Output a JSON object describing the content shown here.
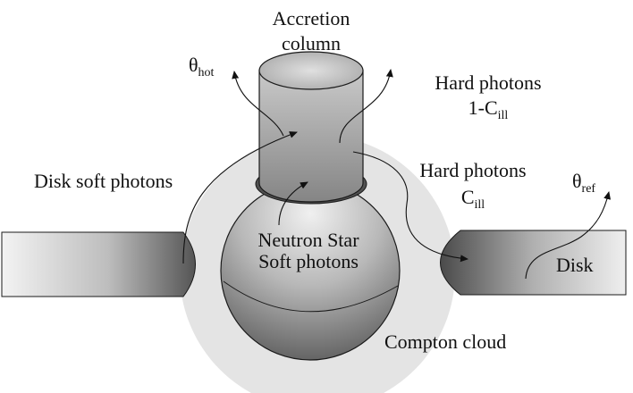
{
  "labels": {
    "accretion_column_line1": "Accretion",
    "accretion_column_line2": "column",
    "theta_hot_base": "θ",
    "theta_hot_sub": "hot",
    "hard_photons_escape_line1": "Hard photons",
    "hard_photons_escape_line2_base": "1-C",
    "hard_photons_escape_line2_sub": "ill",
    "disk_soft_photons": "Disk soft photons",
    "hard_photons_ill_line1": "Hard photons",
    "hard_photons_ill_line2_base": "C",
    "hard_photons_ill_line2_sub": "ill",
    "theta_ref_base": "θ",
    "theta_ref_sub": "ref",
    "neutron_star_line1": "Neutron Star",
    "neutron_star_line2": "Soft photons",
    "disk": "Disk",
    "compton_cloud": "Compton cloud"
  },
  "colors": {
    "cloud": "#e4e4e4",
    "outline": "#1a1a1a",
    "shade_light": "#f2f2f2",
    "shade_dark": "#505050"
  }
}
